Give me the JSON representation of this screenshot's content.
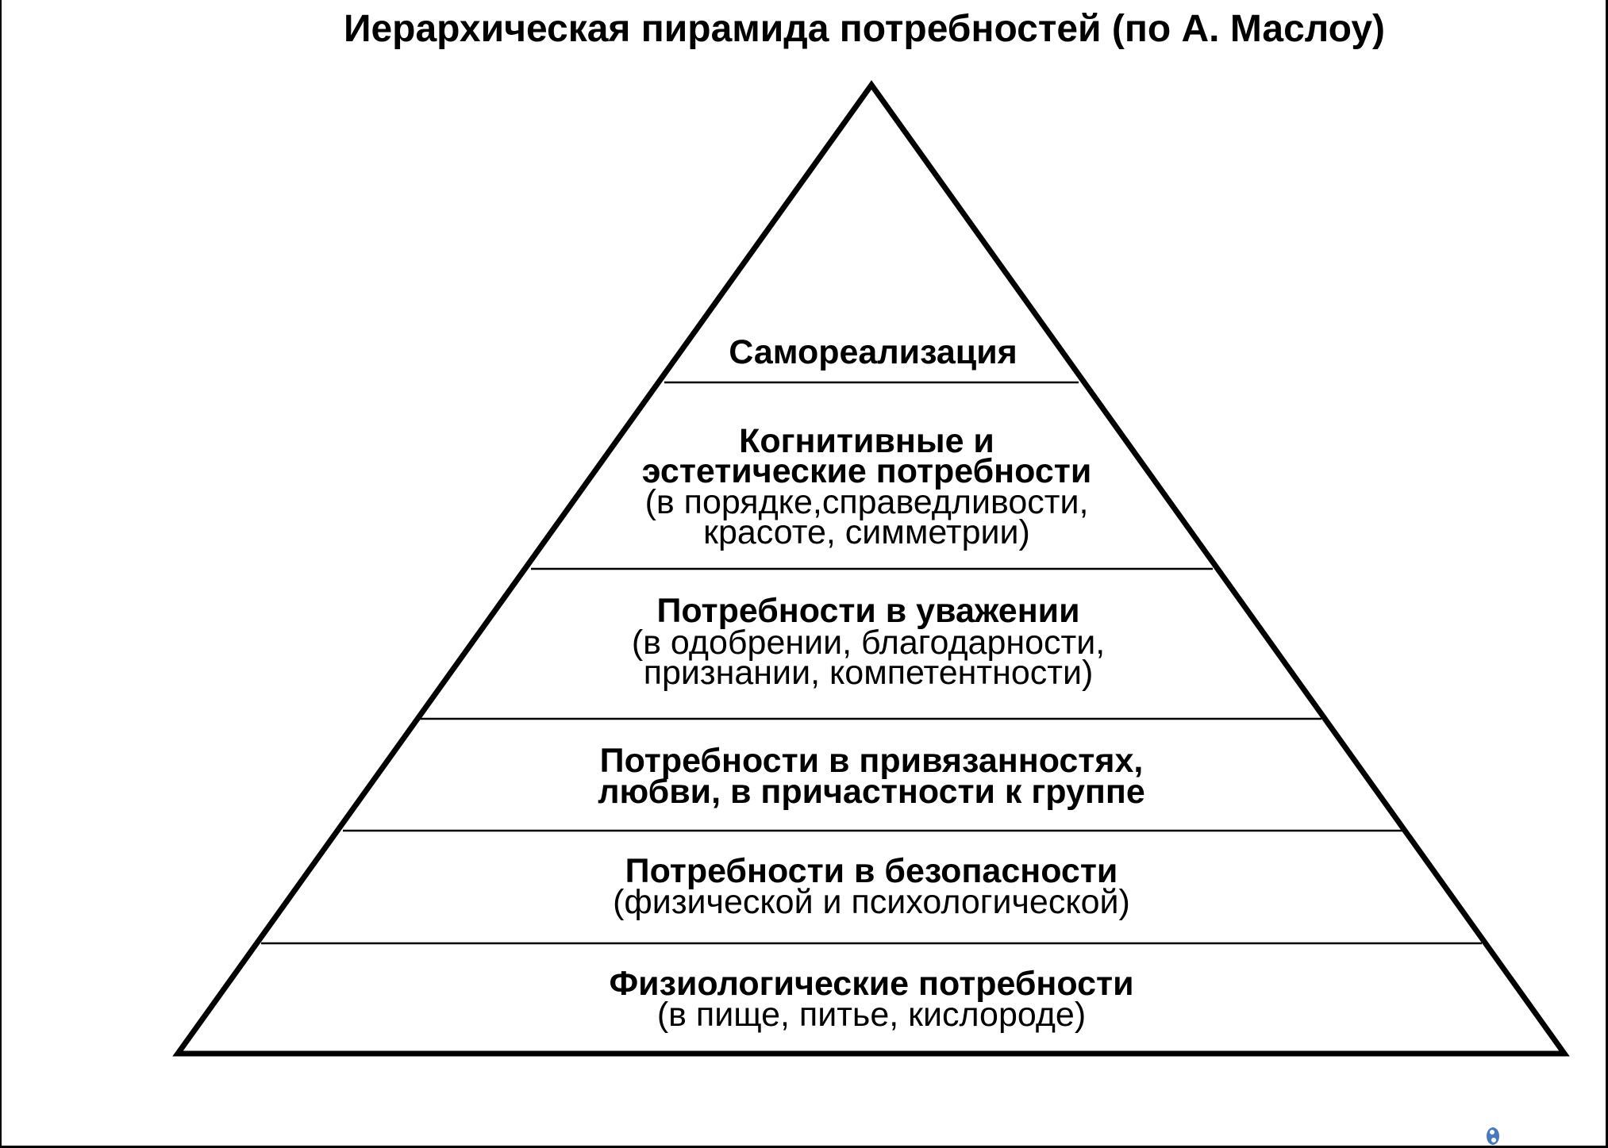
{
  "title": "Иерархическая пирамида потребностей (по А. Маслоу)",
  "levels": [
    {
      "name": "Самореализация",
      "lines_bold": [
        "Самореализация"
      ],
      "lines_regular": []
    },
    {
      "name": "Когнитивные и эстетические потребности",
      "lines_bold": [
        "Когнитивные и",
        "эстетические потребности"
      ],
      "lines_regular": [
        "(в порядке,справедливости,",
        "красоте, симметрии)"
      ]
    },
    {
      "name": "Потребности в уважении",
      "lines_bold": [
        "Потребности в уважении"
      ],
      "lines_regular": [
        "(в одобрении, благодарности,",
        "признании, компетентности)"
      ]
    },
    {
      "name": "Потребности в привязанностях",
      "lines_bold": [
        "Потребности в привязанностях,",
        "любви, в причастности к группе"
      ],
      "lines_regular": []
    },
    {
      "name": "Потребности в безопасности",
      "lines_bold": [
        "Потребности в безопасности"
      ],
      "lines_regular": [
        "(физической и психологической)"
      ]
    },
    {
      "name": "Физиологические потребности",
      "lines_bold": [
        "Физиологические потребности"
      ],
      "lines_regular": [
        "(в пище, питье, кислороде)"
      ]
    }
  ],
  "icon": "yin-yang-logo-icon",
  "colors": {
    "line": "#000000",
    "logo": "#4a78c0"
  }
}
